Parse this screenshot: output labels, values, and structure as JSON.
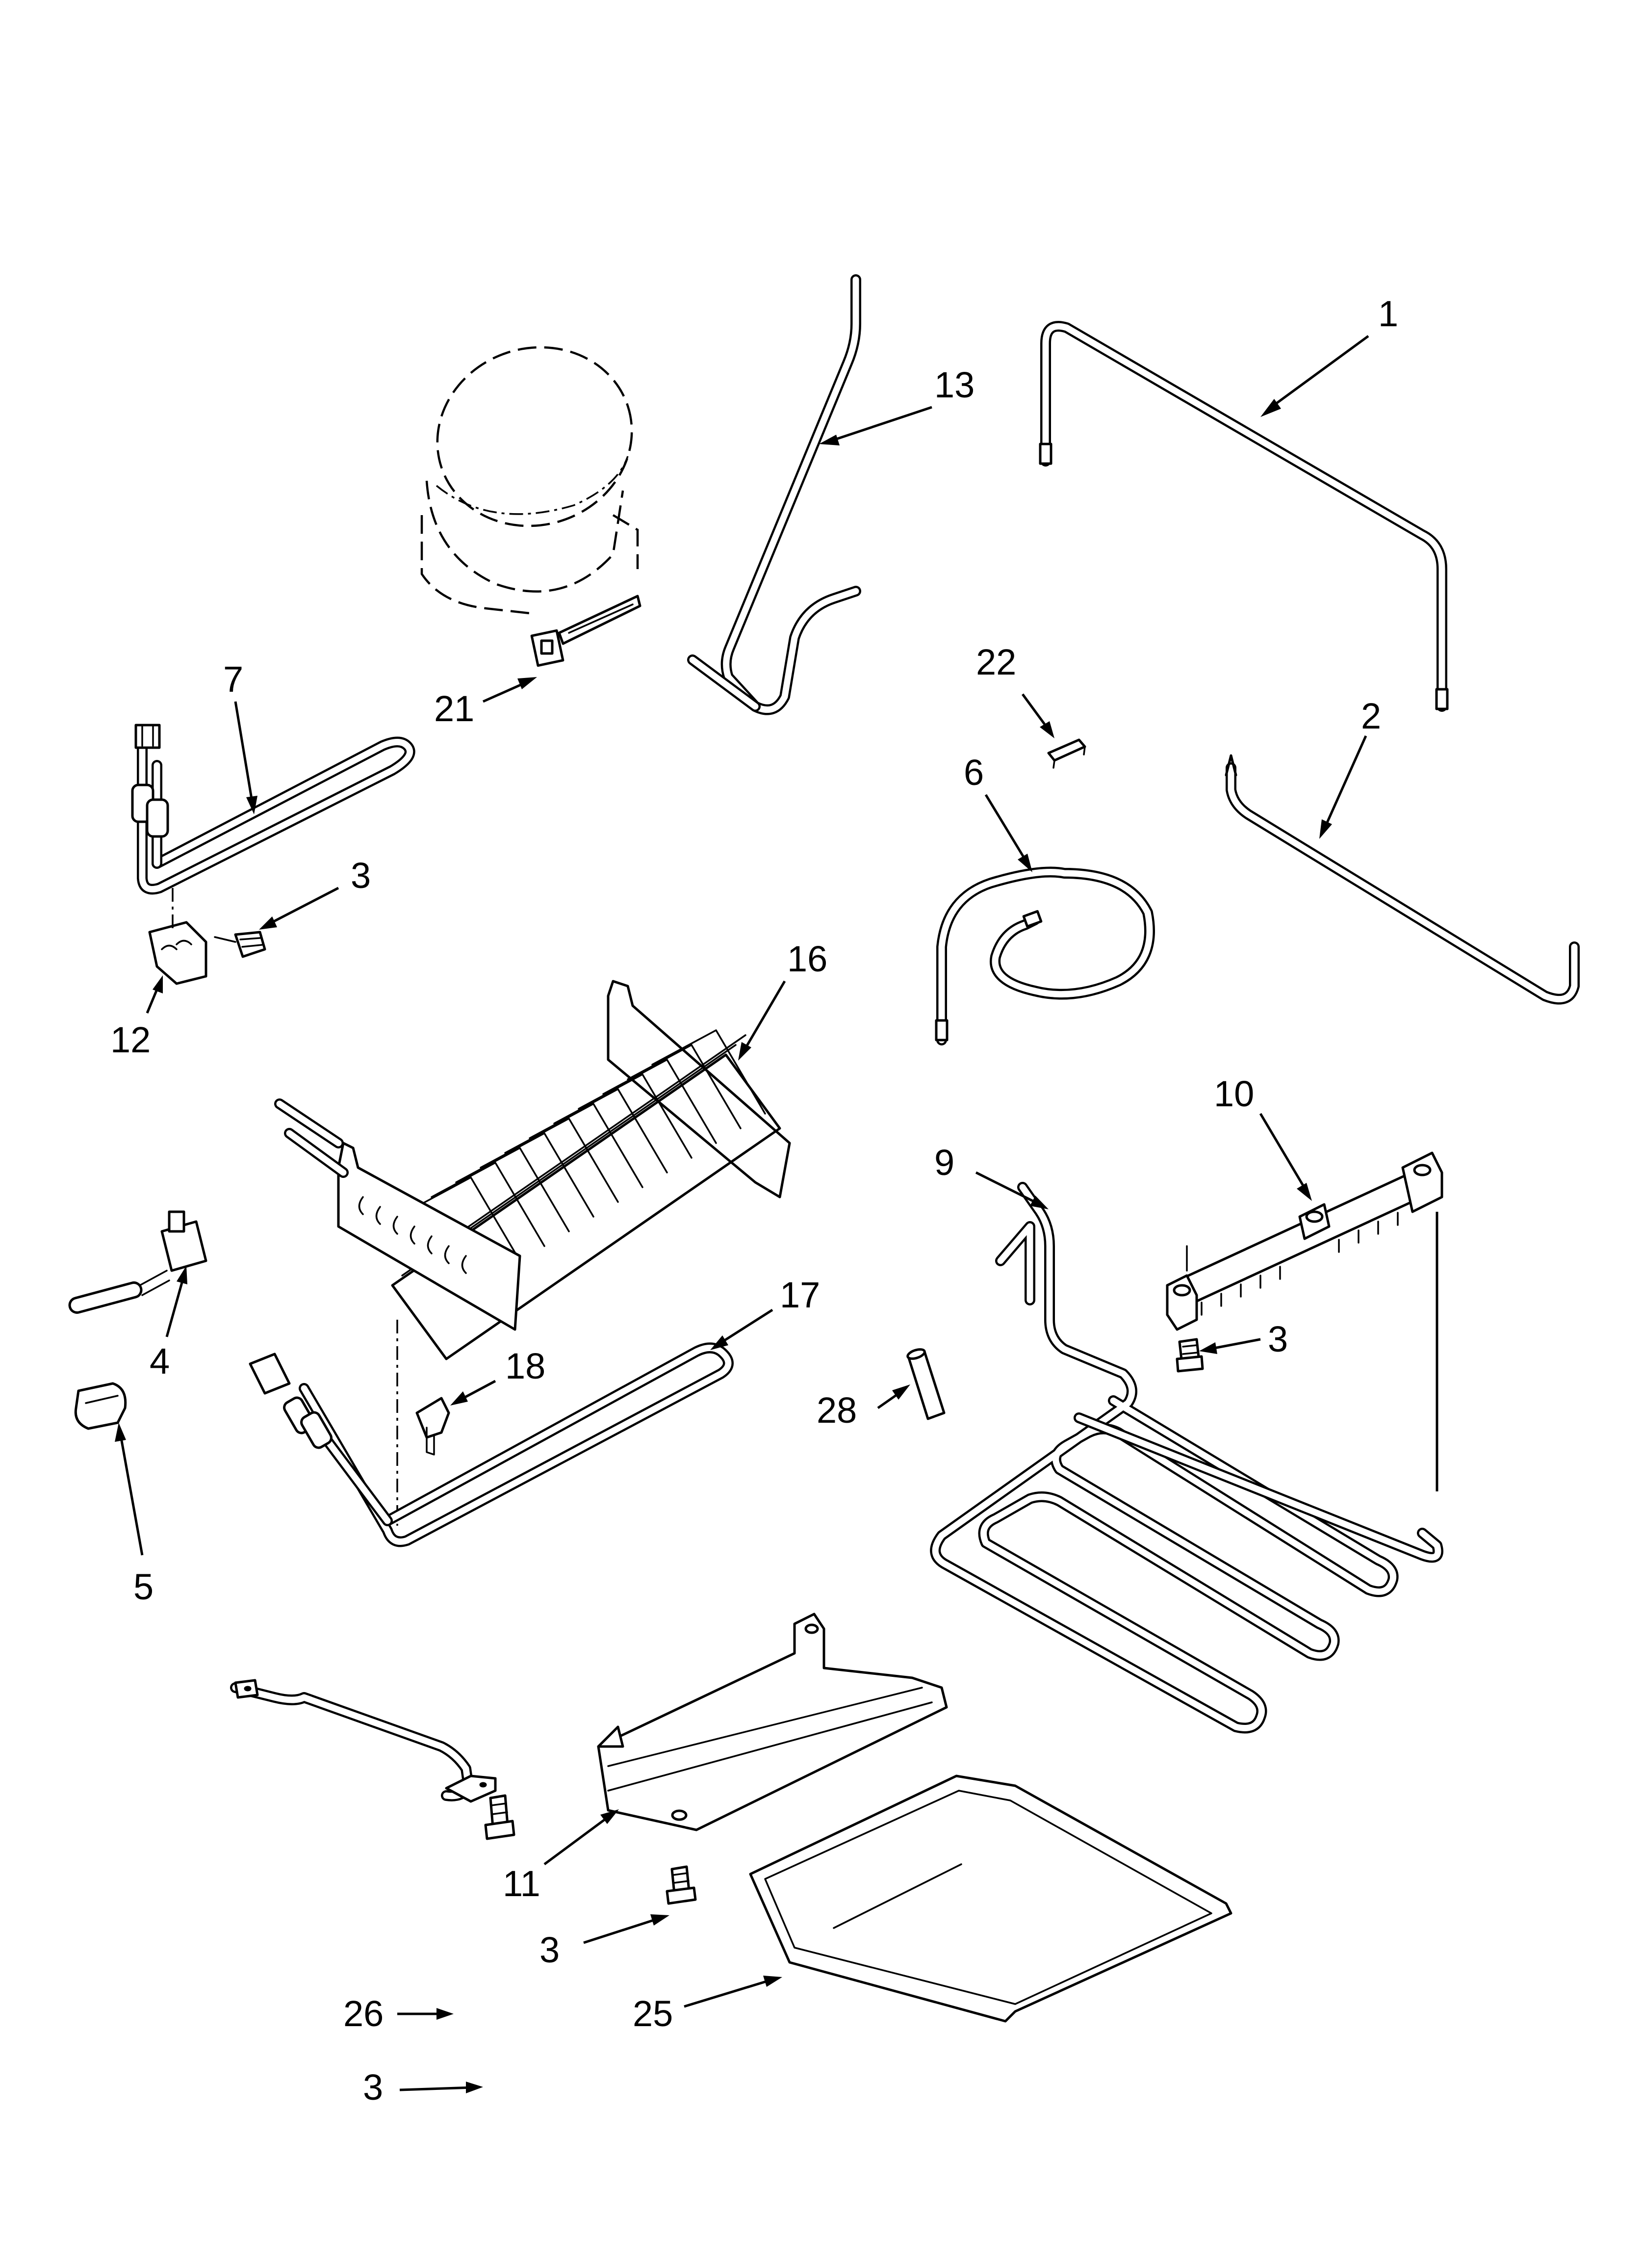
{
  "diagram": {
    "callouts": [
      {
        "id": "c1",
        "label": "1"
      },
      {
        "id": "c2",
        "label": "2"
      },
      {
        "id": "c3a",
        "label": "3"
      },
      {
        "id": "c3b",
        "label": "3"
      },
      {
        "id": "c3c",
        "label": "3"
      },
      {
        "id": "c3d",
        "label": "3"
      },
      {
        "id": "c4",
        "label": "4"
      },
      {
        "id": "c5",
        "label": "5"
      },
      {
        "id": "c6",
        "label": "6"
      },
      {
        "id": "c7",
        "label": "7"
      },
      {
        "id": "c9",
        "label": "9"
      },
      {
        "id": "c10",
        "label": "10"
      },
      {
        "id": "c11",
        "label": "11"
      },
      {
        "id": "c12",
        "label": "12"
      },
      {
        "id": "c13",
        "label": "13"
      },
      {
        "id": "c16",
        "label": "16"
      },
      {
        "id": "c17",
        "label": "17"
      },
      {
        "id": "c18",
        "label": "18"
      },
      {
        "id": "c21",
        "label": "21"
      },
      {
        "id": "c22",
        "label": "22"
      },
      {
        "id": "c25",
        "label": "25"
      },
      {
        "id": "c26",
        "label": "26"
      },
      {
        "id": "c28",
        "label": "28"
      }
    ]
  }
}
